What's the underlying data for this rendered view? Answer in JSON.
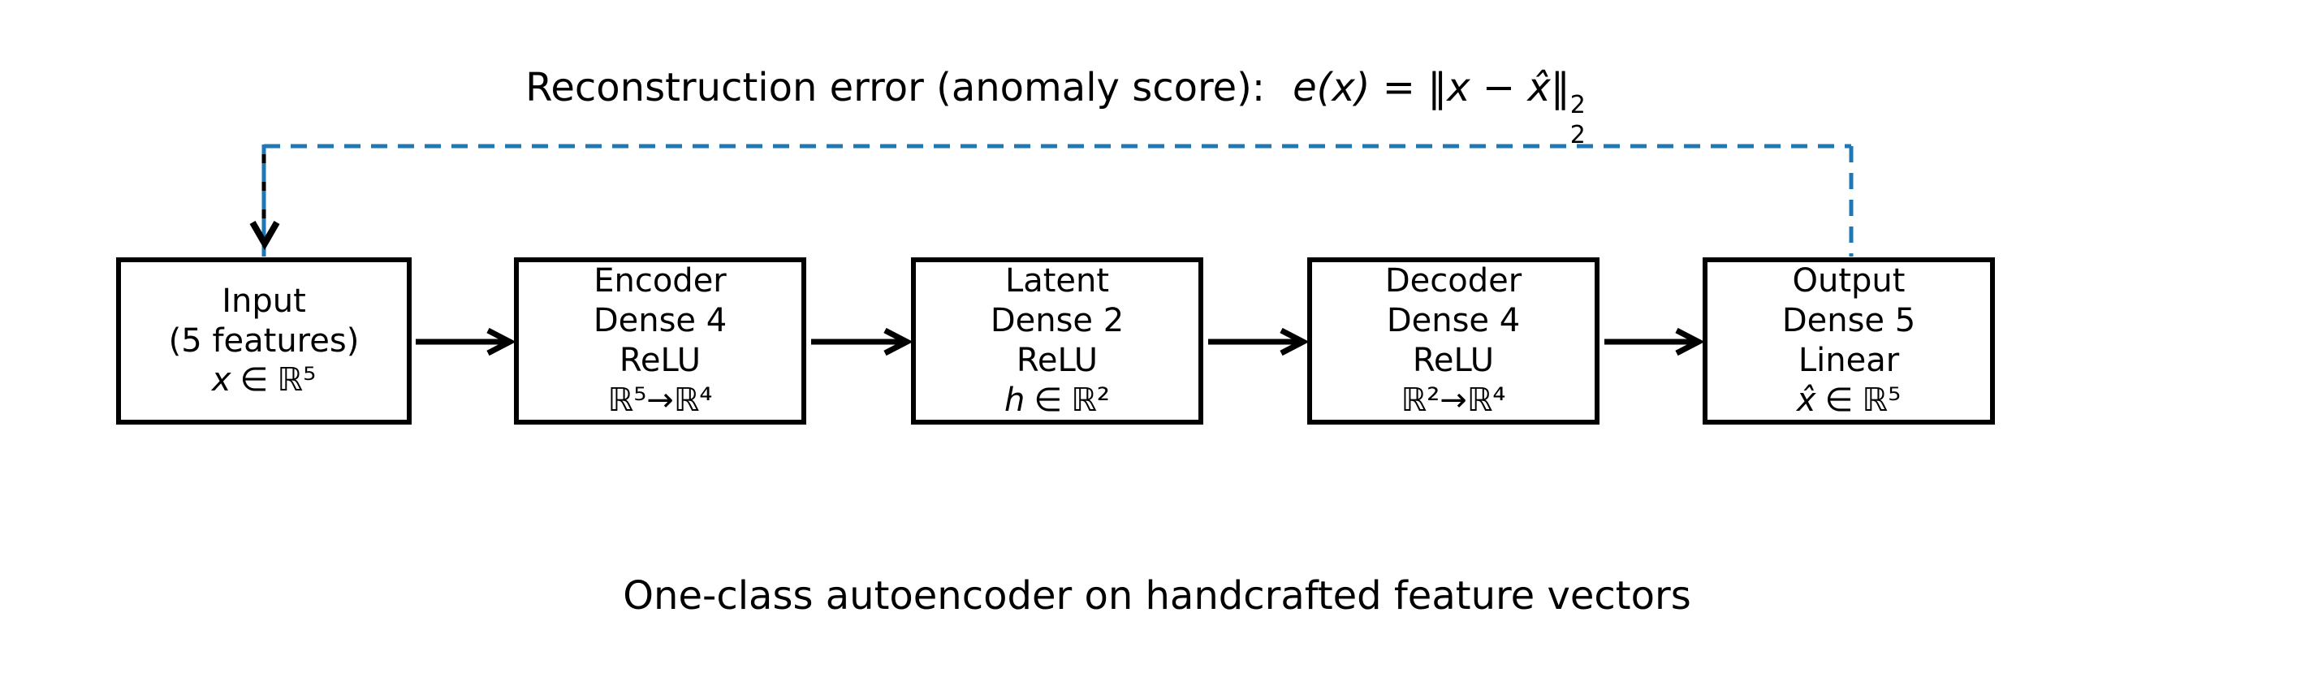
{
  "figure": {
    "title": {
      "label": "Reconstruction error (anomaly score):",
      "formula": "e(x) = ‖x − x̂‖",
      "sup": "2",
      "sub": "2"
    },
    "caption": "One-class autoencoder on handcrafted feature vectors",
    "colors": {
      "feedback_blue": "#1f77b4",
      "line_black": "#000000",
      "background": "#ffffff"
    },
    "boxes": [
      {
        "id": "input",
        "line1": "Input",
        "line2": "(5 features)",
        "math_var": "x",
        "math_rel": "∈",
        "math_set": "ℝ⁵"
      },
      {
        "id": "encoder",
        "line1": "Encoder",
        "line2": "Dense 4",
        "line3": "ReLU",
        "math_set": "ℝ⁵→ℝ⁴"
      },
      {
        "id": "latent",
        "line1": "Latent",
        "line2": "Dense 2",
        "line3": "ReLU",
        "math_var": "h",
        "math_rel": "∈",
        "math_set": "ℝ²"
      },
      {
        "id": "decoder",
        "line1": "Decoder",
        "line2": "Dense 4",
        "line3": "ReLU",
        "math_set": "ℝ²→ℝ⁴"
      },
      {
        "id": "output",
        "line1": "Output",
        "line2": "Dense 5",
        "line3": "Linear",
        "math_var": "x̂",
        "math_rel": "∈",
        "math_set": "ℝ⁵"
      }
    ]
  }
}
